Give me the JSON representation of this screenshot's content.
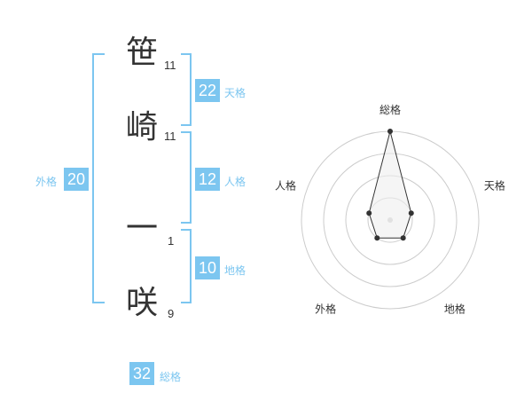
{
  "name_chars": [
    {
      "char": "笹",
      "strokes": "11"
    },
    {
      "char": "崎",
      "strokes": "11"
    },
    {
      "char": "一",
      "strokes": "1"
    },
    {
      "char": "咲",
      "strokes": "9"
    }
  ],
  "fortunes": {
    "tenkaku": {
      "value": "22",
      "label": "天格"
    },
    "jinkaku": {
      "value": "12",
      "label": "人格"
    },
    "chikaku": {
      "value": "10",
      "label": "地格"
    },
    "gaikaku": {
      "value": "20",
      "label": "外格"
    },
    "soukaku": {
      "value": "32",
      "label": "総格"
    }
  },
  "chart_data": {
    "type": "radar",
    "axes": [
      "総格",
      "天格",
      "地格",
      "外格",
      "人格"
    ],
    "values": [
      4,
      1,
      1,
      1,
      1
    ],
    "max": 4,
    "colors": {
      "line": "#333333",
      "fill": "#eeeeee",
      "grid": "#cccccc"
    }
  }
}
